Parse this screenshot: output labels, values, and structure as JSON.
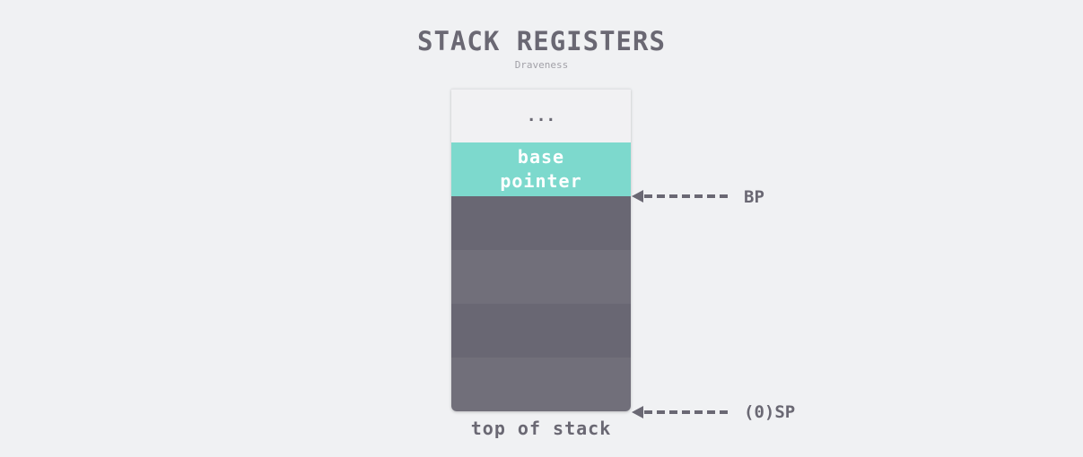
{
  "diagram": {
    "title": "STACK REGISTERS",
    "subtitle": "Draveness",
    "caption": "top of stack",
    "stack_cells": [
      {
        "label": "..."
      },
      {
        "label": "base\npointer"
      },
      {
        "label": ""
      },
      {
        "label": ""
      },
      {
        "label": ""
      },
      {
        "label": ""
      }
    ],
    "pointers": [
      {
        "label": "BP"
      },
      {
        "label": "(0)SP"
      }
    ],
    "colors": {
      "background": "#f0f1f3",
      "text": "#6a6873",
      "base_pointer_cell": "#7dd9cd",
      "stack_cell_dark": "#696773",
      "stack_cell_light": "#716f7a",
      "arrow": "#6a6873"
    }
  }
}
